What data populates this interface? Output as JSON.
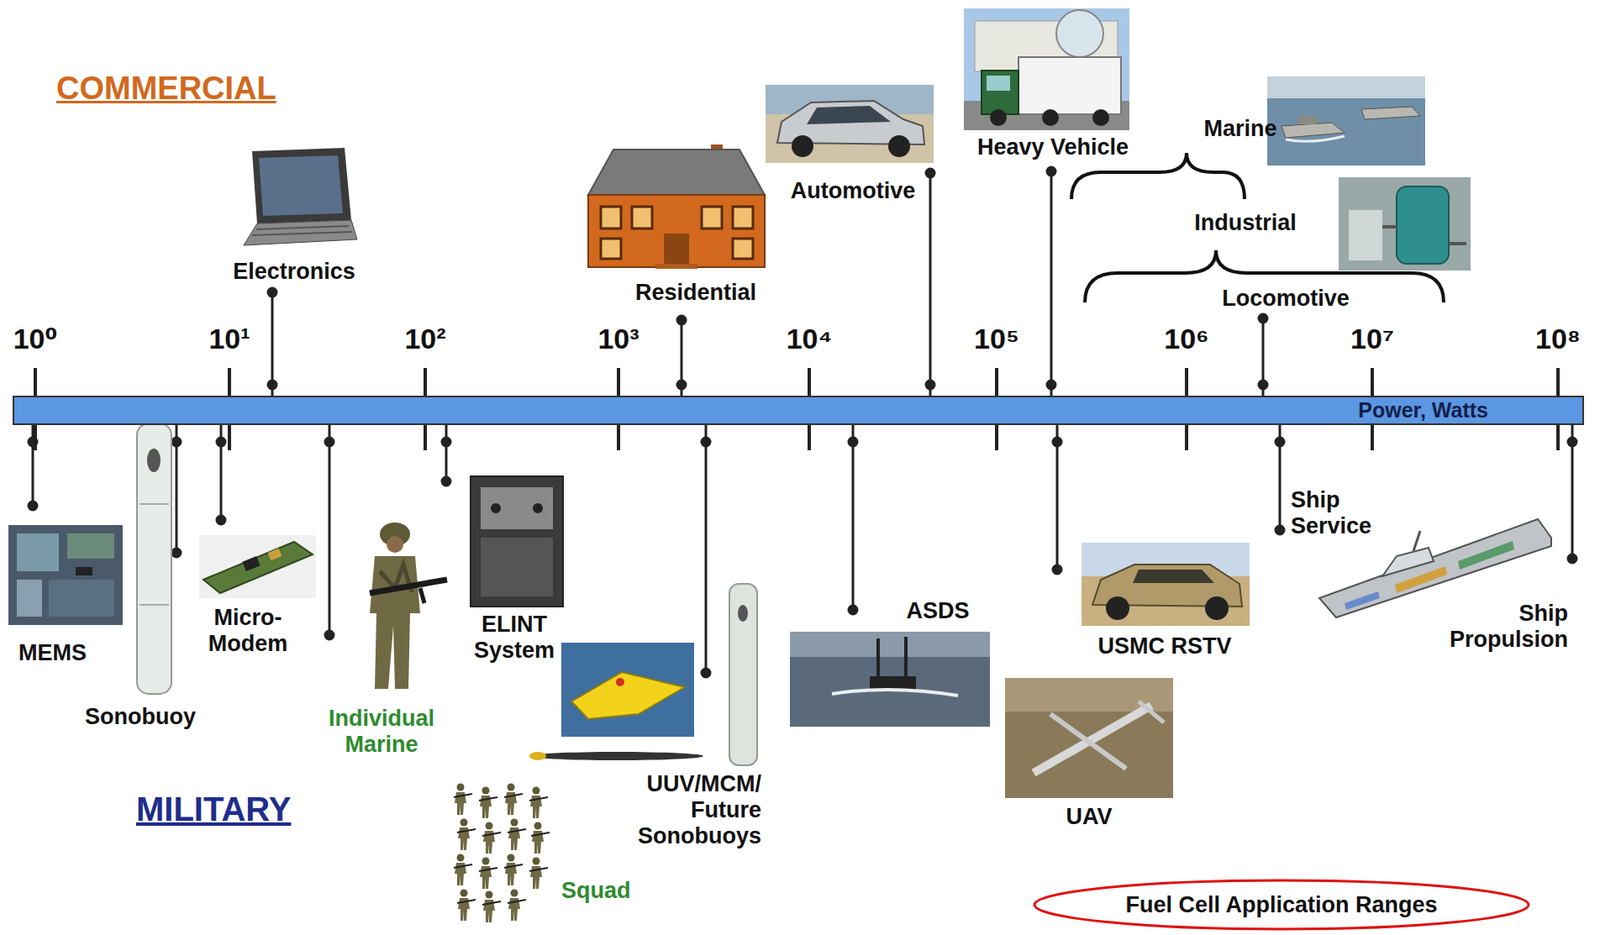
{
  "diagram": {
    "nodes": [
      {
        "text": [
          "Power, Watts"
        ]
      },
      {
        "text": [
          "Fuel Cell Application Ranges"
        ]
      }
    ],
    "labels": [
      "COMMERCIAL",
      "10⁰",
      "10¹",
      "10²",
      "10³",
      "10⁴",
      "10⁵",
      "10⁶",
      "10⁷",
      "10⁸",
      "Electronics",
      "Residential",
      "Automotive",
      "Heavy Vehicle",
      "Marine",
      "Industrial",
      "Locomotive",
      "MILITARY",
      "MEMS",
      "Sonobuoy",
      "Micro- Modem",
      "Individual Marine",
      "ELINT System",
      "UUV/MCM/ Future Sonobuoys",
      "Squad",
      "ASDS",
      "USMC RSTV",
      "UAV",
      "Ship Service",
      "Ship Propulsion"
    ]
  }
}
